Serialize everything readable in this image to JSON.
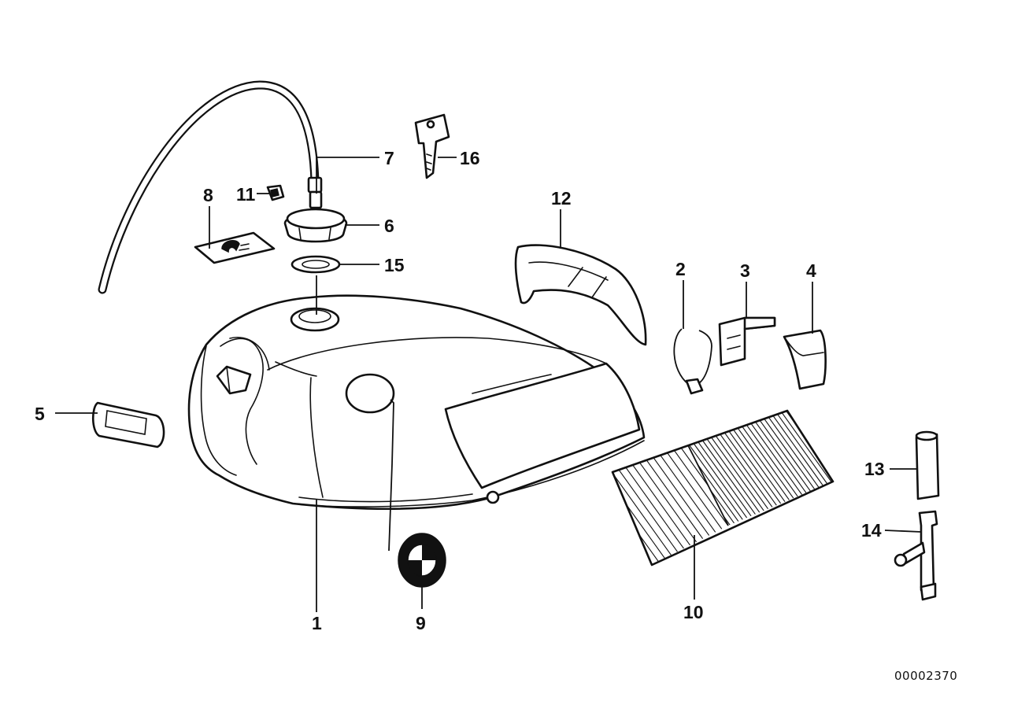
{
  "diagram": {
    "reference_code": "00002370",
    "callouts": [
      "1",
      "2",
      "3",
      "4",
      "5",
      "6",
      "7",
      "8",
      "9",
      "10",
      "11",
      "12",
      "13",
      "14",
      "15",
      "16"
    ]
  }
}
